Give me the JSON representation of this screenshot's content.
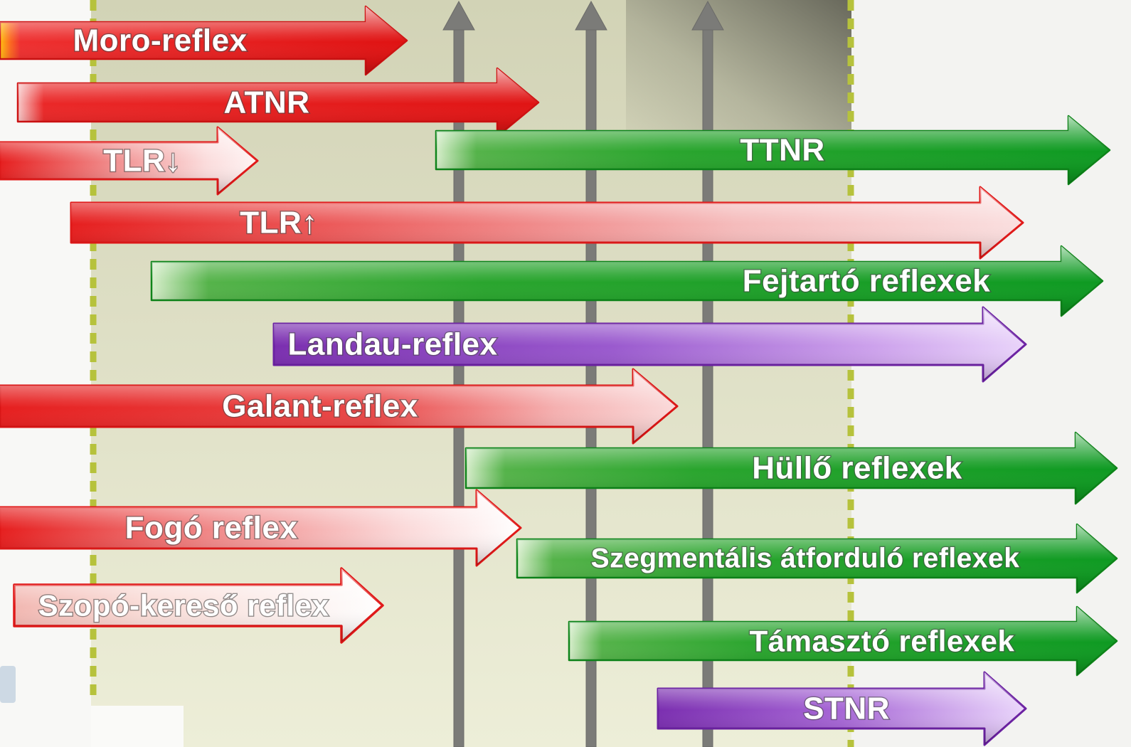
{
  "diagram": {
    "type": "reflex-timeline-block-arrows",
    "arrows": [
      {
        "label": "Moro-reflex",
        "color": "red"
      },
      {
        "label": "ATNR",
        "color": "red"
      },
      {
        "label": "TLR↓",
        "color": "red"
      },
      {
        "label": "TTNR",
        "color": "green"
      },
      {
        "label": "TLR↑",
        "color": "red"
      },
      {
        "label": "Fejtartó reflexek",
        "color": "green"
      },
      {
        "label": "Landau-reflex",
        "color": "purple"
      },
      {
        "label": "Galant-reflex",
        "color": "red"
      },
      {
        "label": "Hüllő reflexek",
        "color": "green"
      },
      {
        "label": "Fogó reflex",
        "color": "red"
      },
      {
        "label": "Szegmentális átforduló reflexek",
        "color": "green"
      },
      {
        "label": "Szopó-kereső reflex",
        "color": "red"
      },
      {
        "label": "Támasztó reflexek",
        "color": "green"
      },
      {
        "label": "STNR",
        "color": "purple"
      }
    ],
    "colors": {
      "red": "#e11b1b",
      "green": "#169b24",
      "purple": "#7b2fb0",
      "gray_timeline_arrow": "#7b7b78",
      "dashed_guide": "#b6c23c",
      "background_panel": "#dfe0c2"
    },
    "guides": {
      "vertical_timeline_arrows": 3,
      "dashed_vertical_lines": 2
    }
  }
}
